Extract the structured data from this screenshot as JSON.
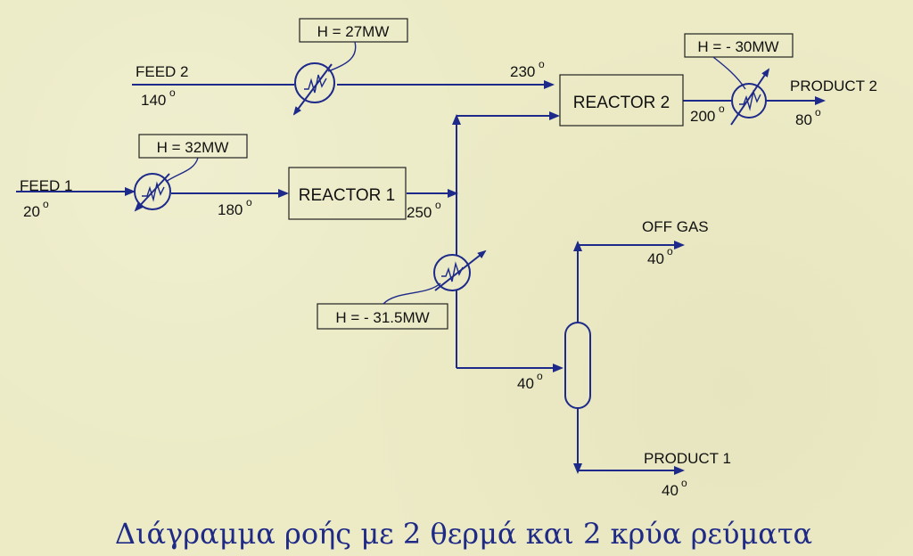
{
  "streams": {
    "feed1": "FEED 1",
    "feed1_temp": "20",
    "feed1_after_heater": "180",
    "feed2": "FEED 2",
    "feed2_temp": "140",
    "feed2_after_heater": "230",
    "reactor1_out": "250",
    "reactor2_out": "200",
    "product2": "PRODUCT 2",
    "product2_temp": "80",
    "separator_in": "40",
    "offgas": "OFF GAS",
    "offgas_temp": "40",
    "product1": "PRODUCT 1",
    "product1_temp": "40"
  },
  "units": {
    "reactor1": "REACTOR 1",
    "reactor2": "REACTOR 2"
  },
  "duties": {
    "heater_feed1": "H = 32MW",
    "heater_feed2": "H = 27MW",
    "cooler_reactor1": "H = - 31.5MW",
    "cooler_reactor2": "H = - 30MW"
  },
  "degree_symbol": "o",
  "caption": "Διάγραμμα ροής με 2 θερμά και 2 κρύα ρεύματα",
  "colors": {
    "line": "#1e2a8a",
    "caption": "#1f2a86",
    "background": "#ecebc6"
  }
}
